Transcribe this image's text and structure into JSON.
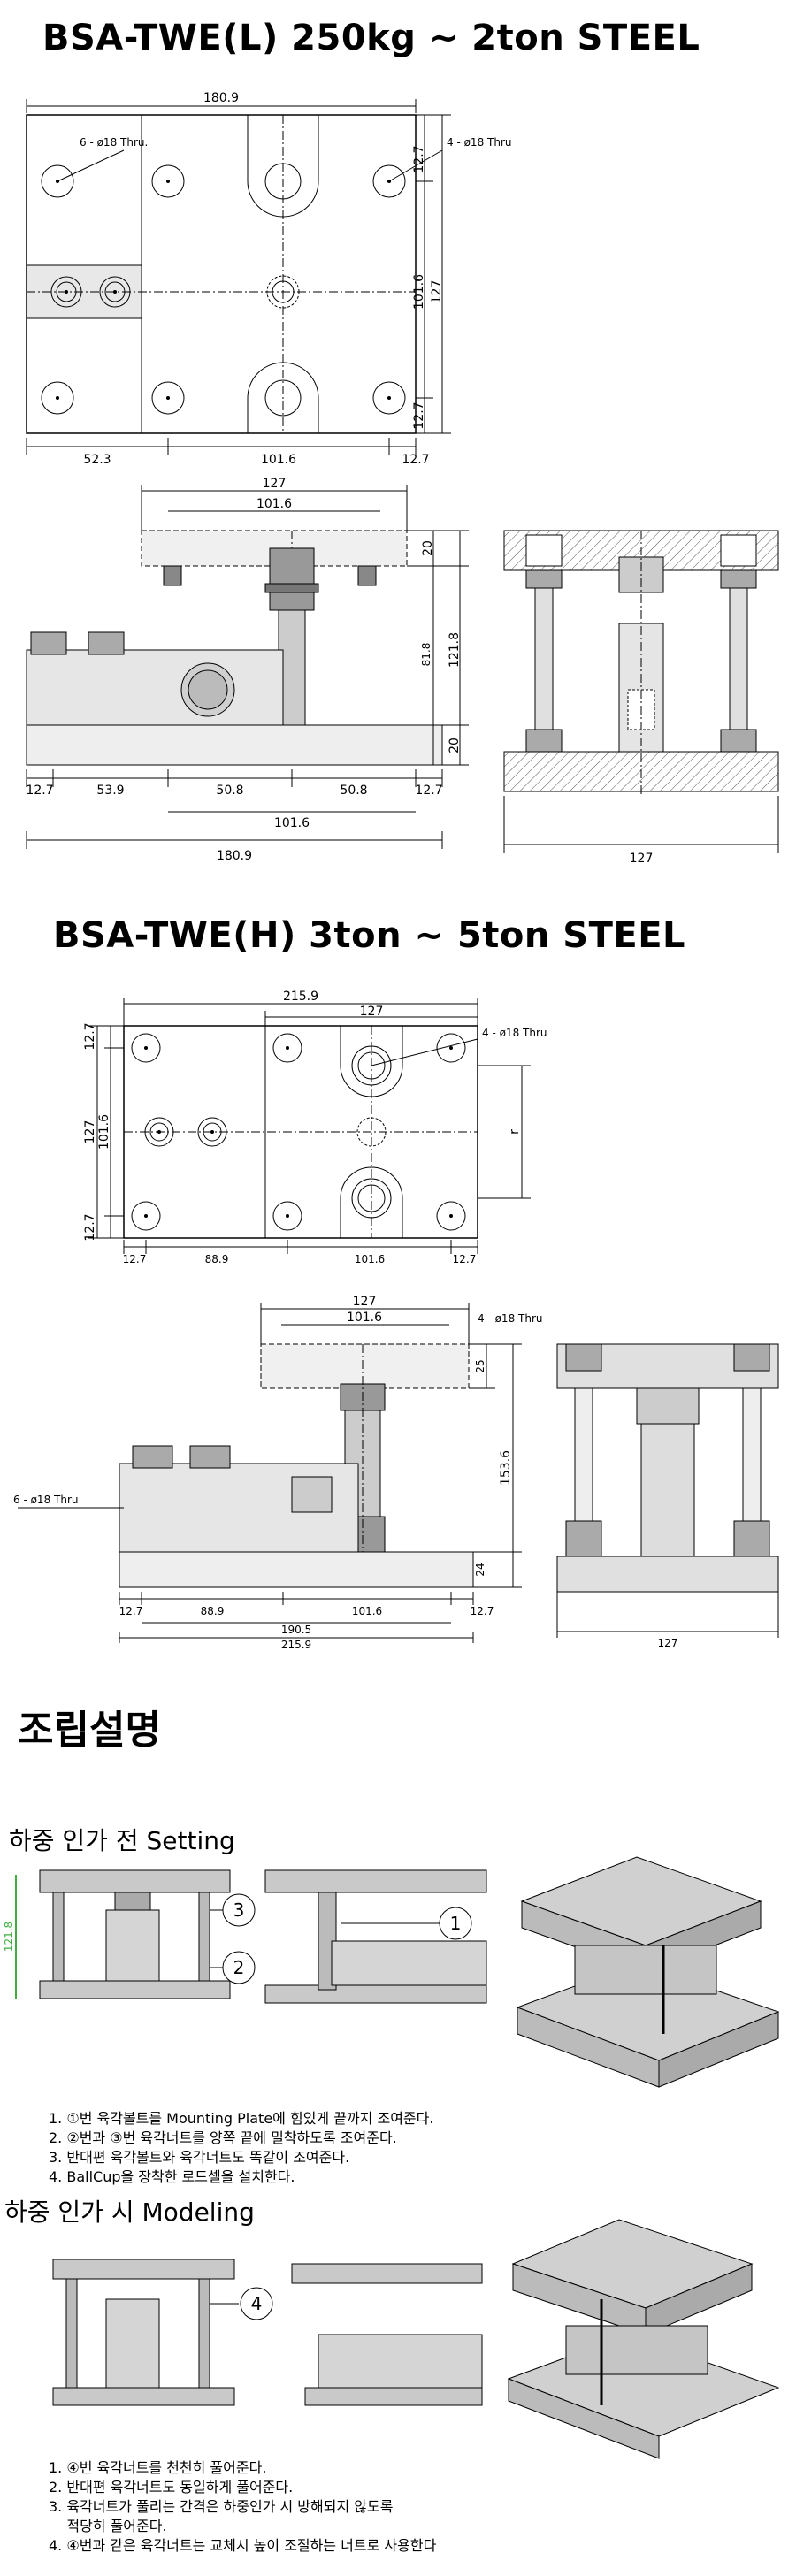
{
  "titles": {
    "light": "BSA-TWE(L) 250kg ~ 2ton STEEL",
    "heavy": "BSA-TWE(H) 3ton ~ 5ton STEEL",
    "assembly": "조립설명"
  },
  "drawing_l": {
    "top_view": {
      "overall_width": "180.9",
      "hole_note_left": "6 - ø18 Thru.",
      "hole_note_right": "4 - ø18 Thru",
      "side_dim_top": "12.7",
      "side_dim_middle": "101.6",
      "side_dim_overall": "127",
      "side_dim_bottom": "12.7",
      "bottom_dim_left": "52.3",
      "bottom_dim_center": "101.6",
      "bottom_dim_right": "12.7"
    },
    "front_view": {
      "top_width": "127",
      "top_inner": "101.6",
      "plate_top": "20",
      "height_overall": "121.8",
      "height_inner": "81.8",
      "plate_bottom": "20",
      "bottom_dims": [
        "12.7",
        "53.9",
        "50.8",
        "50.8",
        "12.7"
      ],
      "bottom_inner": "101.6",
      "bottom_overall": "180.9"
    },
    "side_view": {
      "width": "127"
    }
  },
  "drawing_h": {
    "top_view": {
      "overall_width": "215.9",
      "right_width": "127",
      "hole_note": "4 - ø18 Thru",
      "left_dim_top": "12.7",
      "left_dim_overall": "127",
      "left_dim_middle": "101.6",
      "left_dim_bottom": "12.7",
      "right_dim": "r",
      "bottom_dims": [
        "12.7",
        "88.9",
        "101.6",
        "12.7"
      ]
    },
    "front_view": {
      "top_width": "127",
      "top_inner": "101.6",
      "hole_note": "4 - ø18 Thru",
      "plate_top": "25",
      "height_overall": "153.6",
      "plate_bottom": "24",
      "left_hole_note": "6 - ø18 Thru",
      "bottom_dims": [
        "12.7",
        "88.9",
        "101.6"
      ],
      "bottom_right": "12.7",
      "bottom_inner": "190.5",
      "bottom_overall": "215.9"
    },
    "side_view": {
      "width": "127"
    }
  },
  "setting": {
    "heading": "하중 인가 전 Setting",
    "height_label": "121.8",
    "callouts": [
      "3",
      "2",
      "1"
    ],
    "steps": [
      "1. ①번 육각볼트를 Mounting Plate에 힘있게 끝까지 조여준다.",
      "2. ②번과 ③번 육각너트를 양쪽 끝에 밀착하도록 조여준다.",
      "3. 반대편 육각볼트와 육각너트도 똑같이 조여준다.",
      "4. BallCup을 장착한 로드셀을 설치한다."
    ]
  },
  "modeling": {
    "heading": "하중 인가 시 Modeling",
    "callouts": [
      "4"
    ],
    "steps": [
      "1. ④번 육각너트를 천천히 풀어준다.",
      "2. 반대편 육각너트도 동일하게 풀어준다.",
      "3. 육각너트가 풀리는 간격은 하중인가 시 방해되지 않도록",
      "    적당히 풀어준다.",
      "4. ④번과 같은 육각너트는 교체시 높이 조절하는 너트로 사용한다"
    ]
  },
  "colors": {
    "ink": "#000000",
    "plate_fill": "#d9d9d9",
    "hatch": "#555555",
    "dim_green": "#3fae3f"
  }
}
